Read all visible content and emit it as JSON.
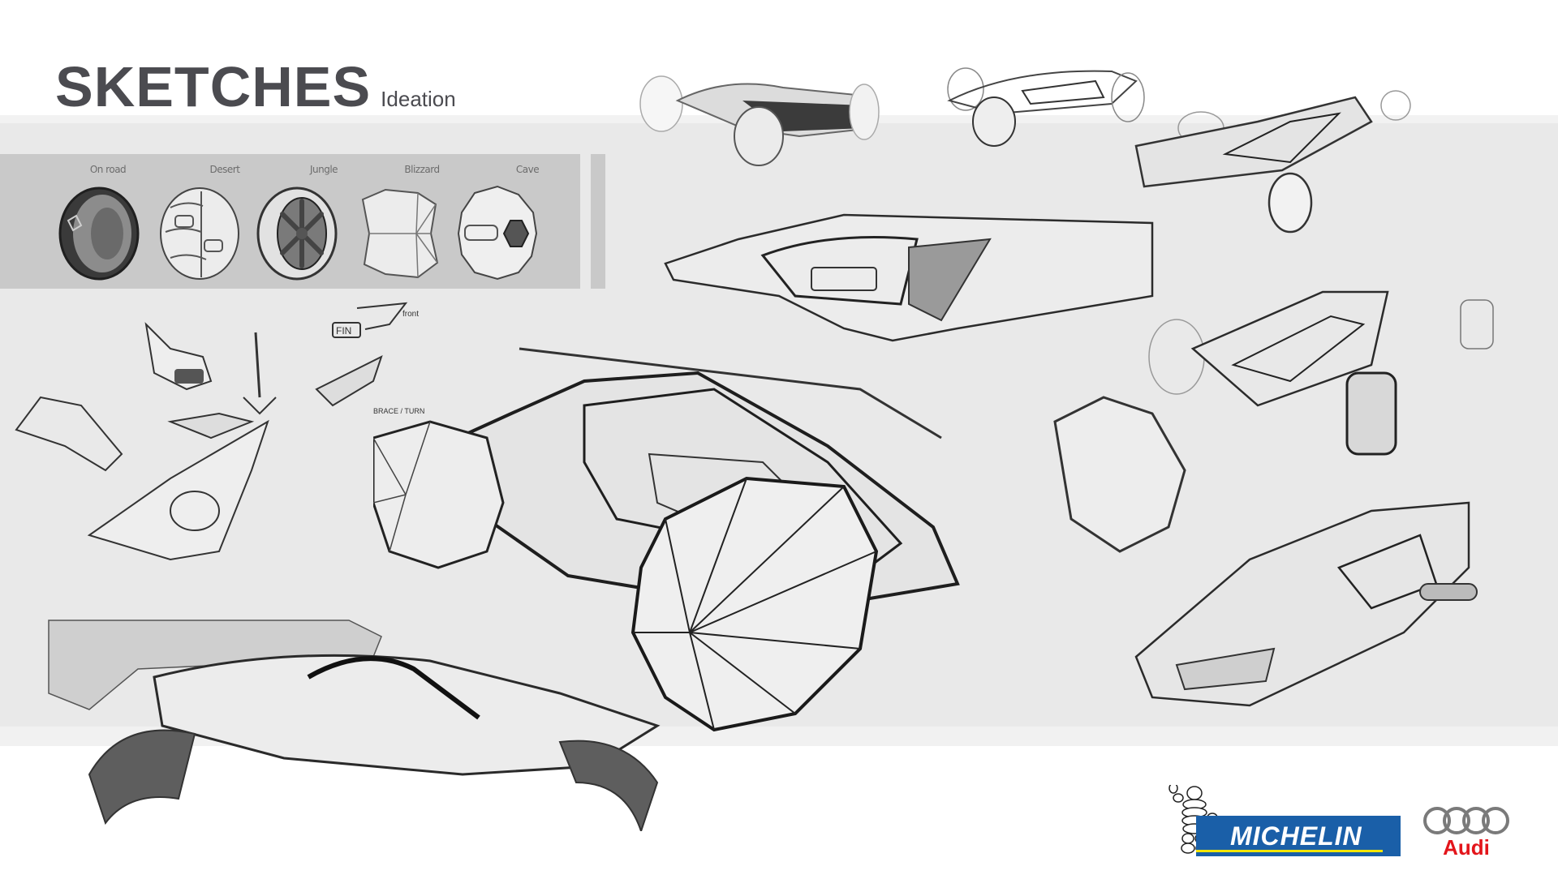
{
  "header": {
    "title": "SKETCHES",
    "subtitle": "Ideation"
  },
  "wheel_panel": {
    "items": [
      {
        "label": "On road",
        "icon": "wheel-on-road-icon"
      },
      {
        "label": "Desert",
        "icon": "wheel-desert-icon"
      },
      {
        "label": "Jungle",
        "icon": "wheel-jungle-icon"
      },
      {
        "label": "Blizzard",
        "icon": "wheel-blizzard-icon"
      },
      {
        "label": "Cave",
        "icon": "wheel-cave-icon"
      }
    ],
    "background": "#c9c9c9"
  },
  "sketch_annotations": {
    "fin": "FIN",
    "front": "front",
    "brace_turn": "BRACE / TURN"
  },
  "logos": {
    "michelin": {
      "text": "MICHELIN",
      "color": "#1a5fa8",
      "accent": "#f3e500"
    },
    "audi": {
      "text": "Audi",
      "color": "#e3151b"
    }
  },
  "colors": {
    "title": "#4b4b50",
    "main_band": "#e9e9e9",
    "line": "#2b2b2b"
  }
}
